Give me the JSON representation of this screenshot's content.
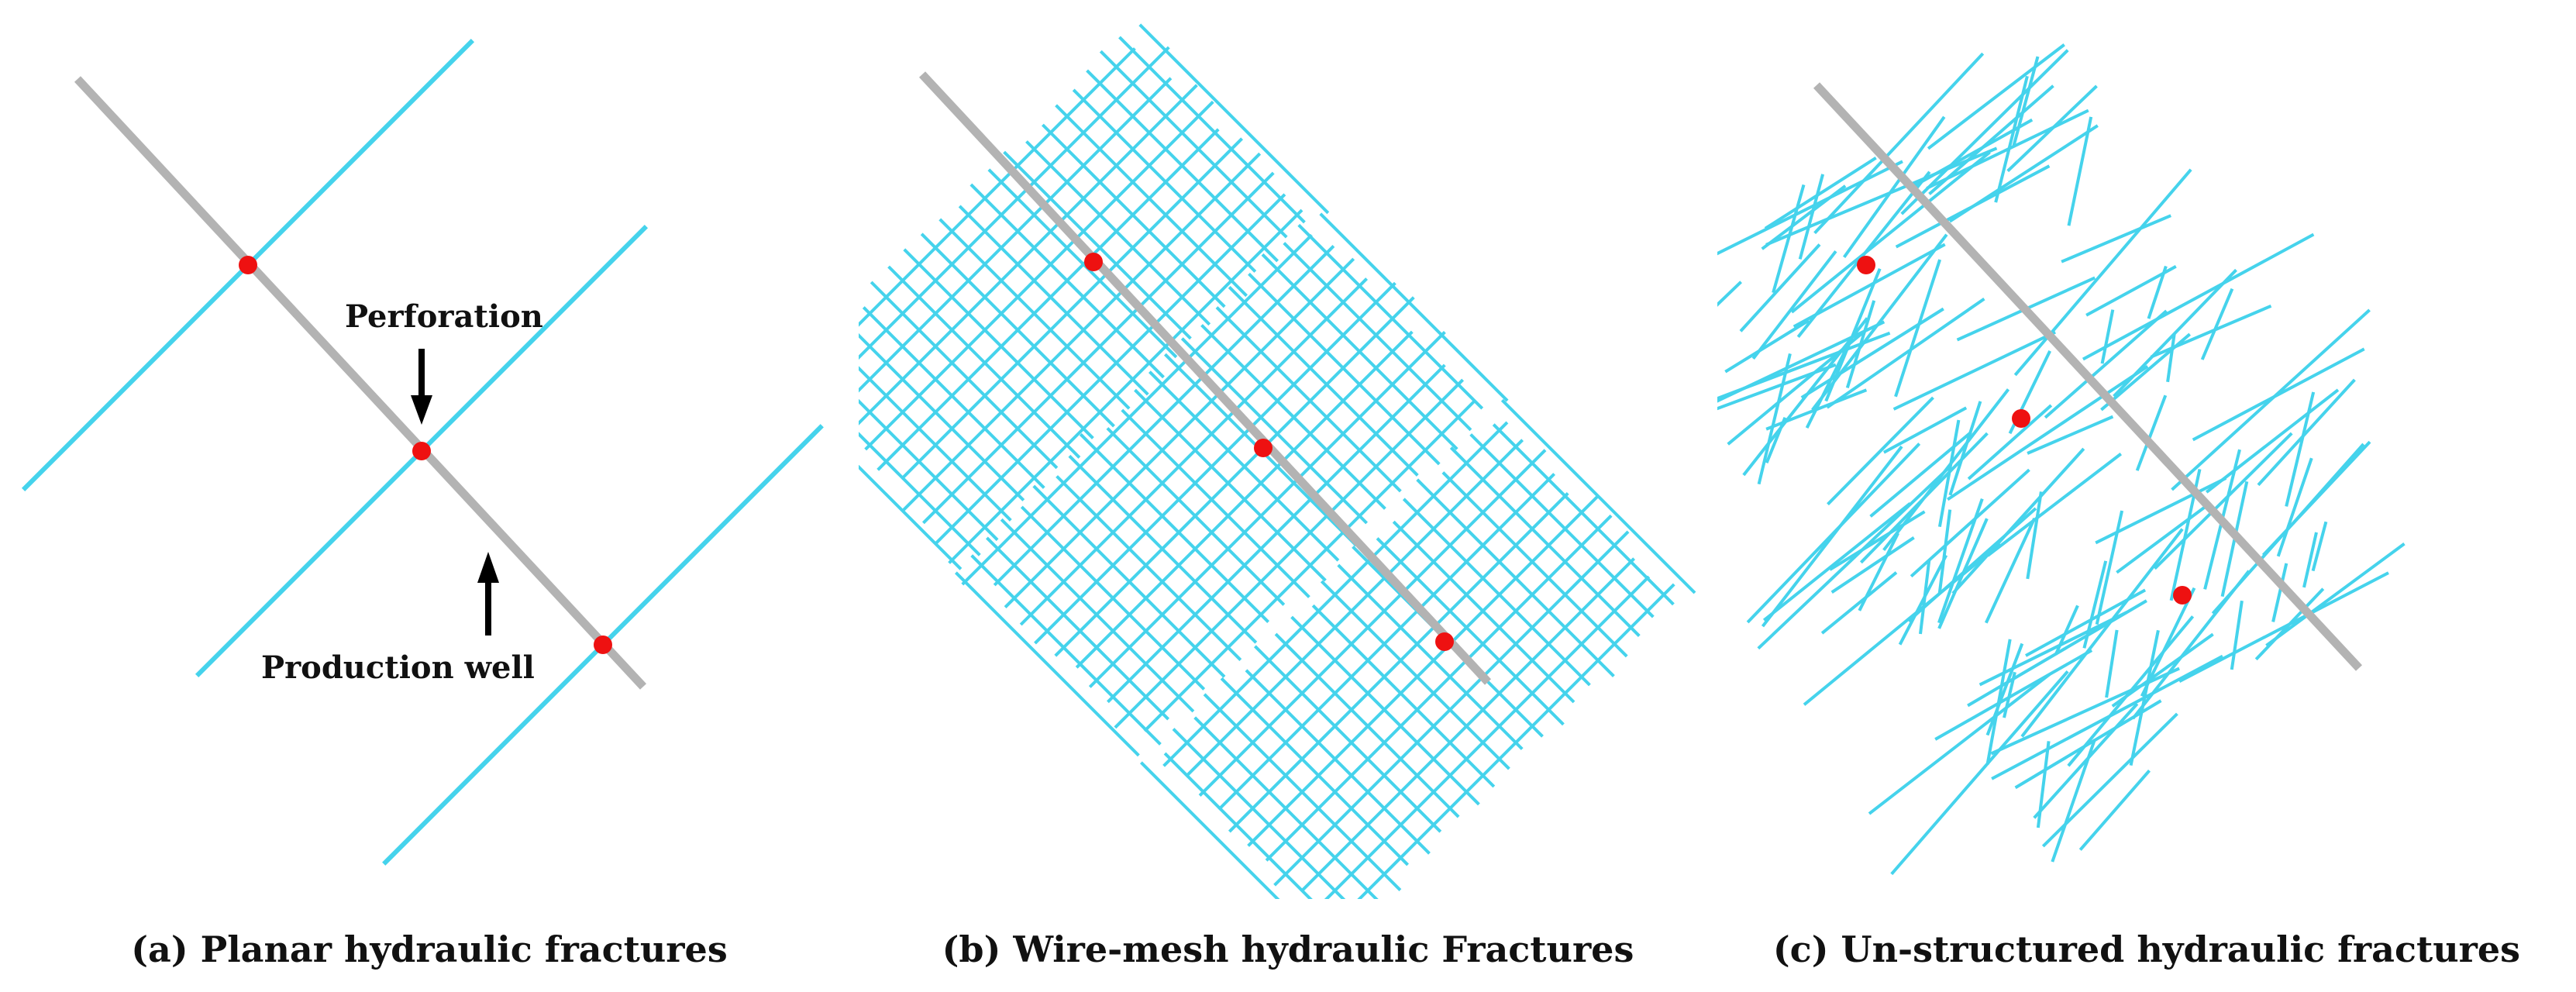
{
  "panels": [
    {
      "id": "a",
      "caption": "(a) Planar hydraulic fractures",
      "fracture_style": "planar",
      "annotations": {
        "perforation": "Perforation",
        "production_well": "Production well"
      }
    },
    {
      "id": "b",
      "caption": "(b) Wire-mesh hydraulic Fractures",
      "fracture_style": "wire-mesh"
    },
    {
      "id": "c",
      "caption": "(c) Un-structured hydraulic fractures",
      "fracture_style": "un-structured"
    }
  ],
  "colors": {
    "well": "#b3b3b3",
    "fracture": "#45d3ec",
    "perforation": "#ee1111",
    "text": "#111111",
    "arrow": "#000000"
  }
}
